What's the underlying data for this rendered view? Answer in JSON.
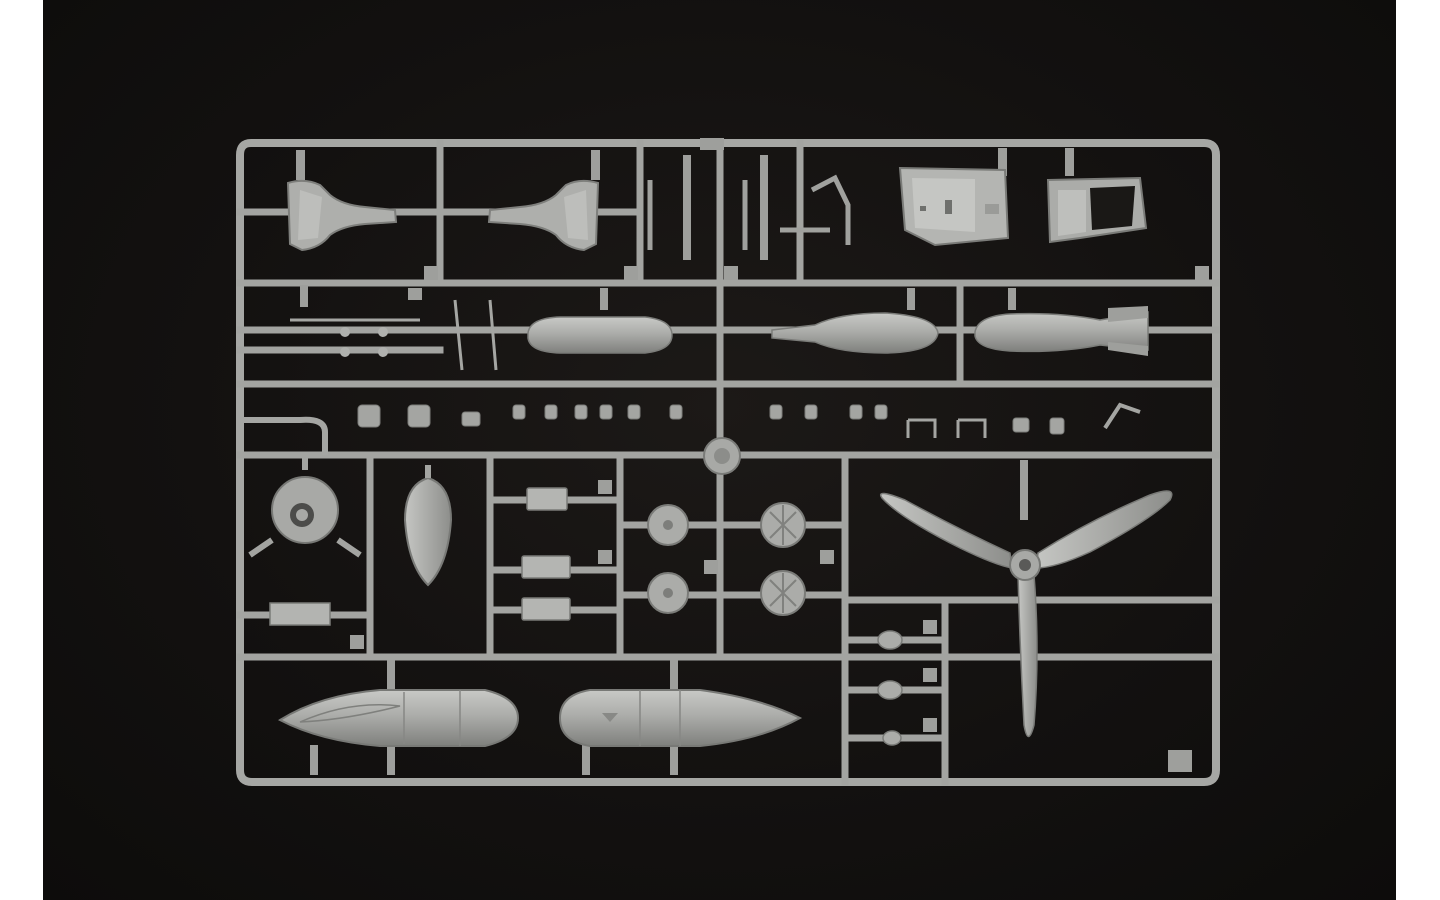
{
  "image": {
    "subject": "plastic-model-kit-sprue",
    "colors": {
      "page_background": "#ffffff",
      "photo_background": "#141211",
      "plastic": "#a9aaa8",
      "plastic_highlight": "#c9cac7",
      "plastic_shadow": "#7d7e7b"
    },
    "parts": [
      "canopy-frame-left",
      "canopy-frame-right",
      "cockpit-tub",
      "instrument-panel",
      "seat",
      "drop-tank-small",
      "bomb",
      "bomb-with-fins",
      "wheel",
      "engine-cowling",
      "spinner",
      "three-blade-propeller",
      "long-range-fuel-tank"
    ]
  }
}
